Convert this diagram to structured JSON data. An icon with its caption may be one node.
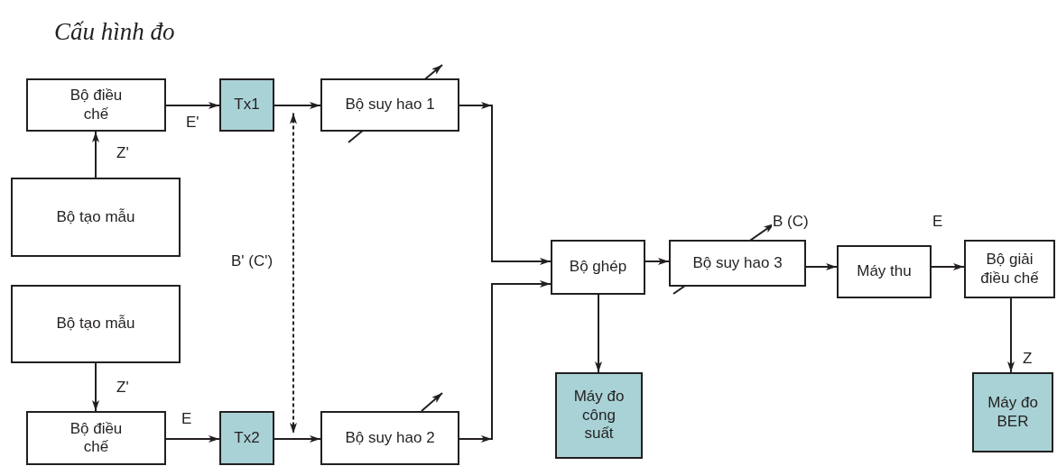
{
  "diagram": {
    "title": "Cấu hình đo",
    "nodes": [
      {
        "text": [
          "Bộ điều chế"
        ]
      },
      {
        "text": [
          "Tx1"
        ]
      },
      {
        "text": [
          "Bộ suy hao 1"
        ]
      },
      {
        "text": [
          "Bộ tạo mẫu"
        ]
      },
      {
        "text": [
          "Bộ tạo mẫu"
        ]
      },
      {
        "text": [
          "Bộ điều chế"
        ]
      },
      {
        "text": [
          "Tx2"
        ]
      },
      {
        "text": [
          "Bộ suy hao 2"
        ]
      },
      {
        "text": [
          "Bộ ghép"
        ]
      },
      {
        "text": [
          "Bộ suy hao 3"
        ]
      },
      {
        "text": [
          "Máy thu"
        ]
      },
      {
        "text": [
          "Bộ giải điều chế"
        ]
      },
      {
        "text": [
          "Máy đo công suất"
        ]
      },
      {
        "text": [
          "Máy đo BER"
        ]
      }
    ],
    "edges": [
      {
        "from": 3,
        "to": 0,
        "arrow": "to",
        "label": "Z'"
      },
      {
        "from": 0,
        "to": 1,
        "arrow": "to",
        "label": "E'"
      },
      {
        "from": 1,
        "to": 2,
        "arrow": "to"
      },
      {
        "from": 4,
        "to": 5,
        "arrow": "to",
        "label": "Z'"
      },
      {
        "from": 5,
        "to": 6,
        "arrow": "to",
        "label": "E"
      },
      {
        "from": 6,
        "to": 7,
        "arrow": "to"
      },
      {
        "from": 2,
        "to": 8,
        "arrow": "to"
      },
      {
        "from": 7,
        "to": 8,
        "arrow": "to"
      },
      {
        "from": 8,
        "to": 9,
        "arrow": "to"
      },
      {
        "from": 9,
        "to": 10,
        "arrow": "to"
      },
      {
        "from": 10,
        "to": 11,
        "arrow": "to",
        "label": "E"
      },
      {
        "from": 8,
        "to": 12,
        "arrow": "to"
      },
      {
        "from": 11,
        "to": 13,
        "arrow": "to",
        "label": "Z"
      },
      {
        "from": 1,
        "to": 6,
        "arrow": "both",
        "style": "dashed",
        "label": "B' (C')"
      }
    ],
    "labels": [
      "B (C)"
    ]
  }
}
